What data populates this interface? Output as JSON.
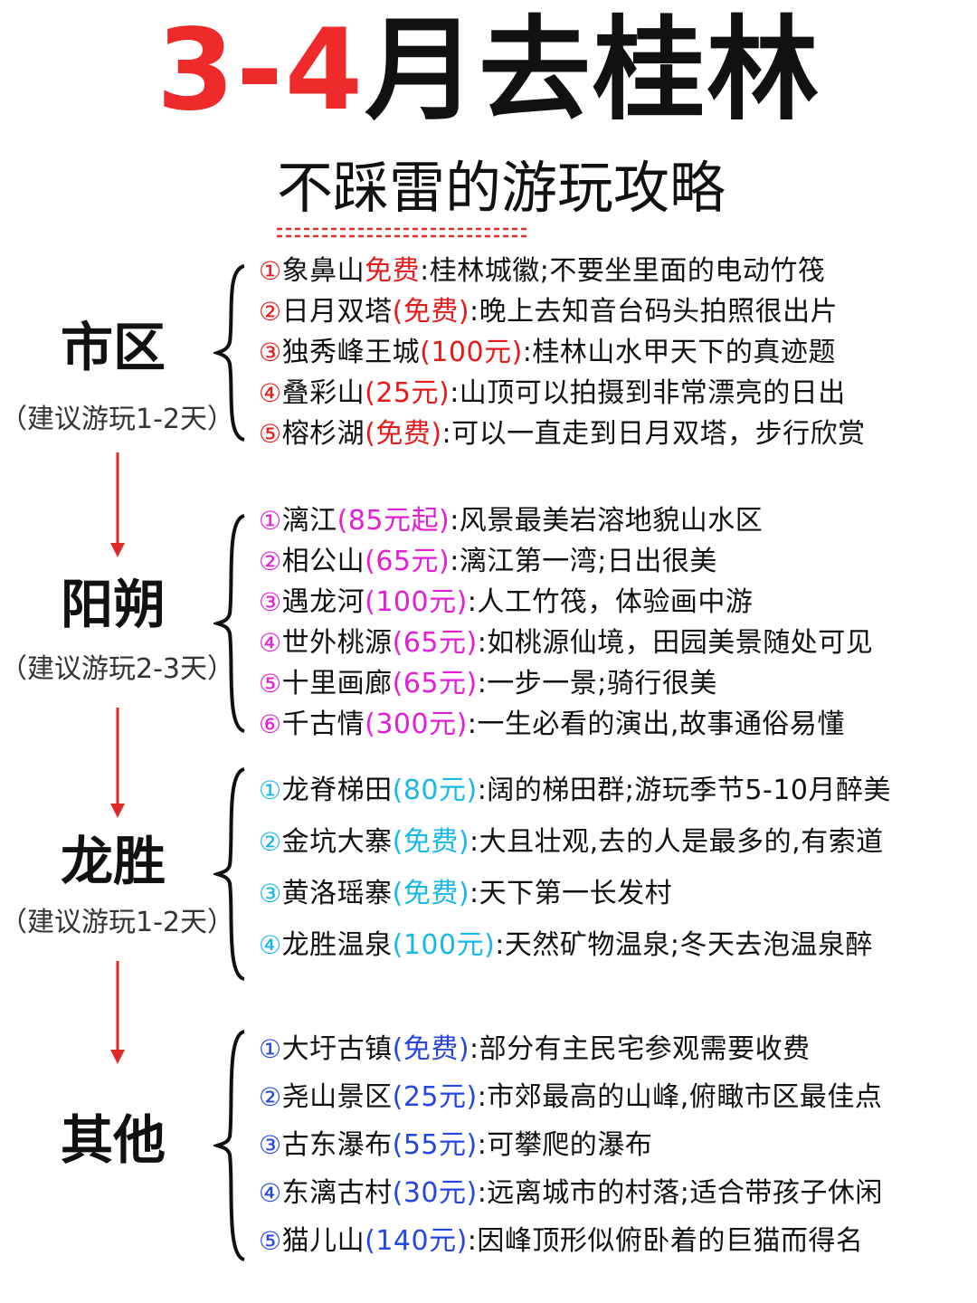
{
  "title": {
    "highlight": "3-4",
    "rest": "月去桂林"
  },
  "subtitle": "不踩雷的游玩攻略",
  "sections": [
    {
      "name": "市区",
      "note": "（建议游玩1-2天）",
      "color": "#e51b1b",
      "items": [
        {
          "num": "①",
          "place": "象鼻山",
          "price": "免费",
          "desc": ":桂林城徽;不要坐里面的电动竹筏"
        },
        {
          "num": "②",
          "place": "日月双塔",
          "price": "(免费)",
          "desc": ":晚上去知音台码头拍照很出片"
        },
        {
          "num": "③",
          "place": "独秀峰王城",
          "price": "(100元)",
          "desc": ":桂林山水甲天下的真迹题"
        },
        {
          "num": "④",
          "place": "叠彩山",
          "price": "(25元)",
          "desc": ":山顶可以拍摄到非常漂亮的日出"
        },
        {
          "num": "⑤",
          "place": "榕杉湖",
          "price": "(免费)",
          "desc": ":可以一直走到日月双塔，步行欣赏"
        }
      ]
    },
    {
      "name": "阳朔",
      "note": "（建议游玩2-3天）",
      "color": "#e21fd6",
      "items": [
        {
          "num": "①",
          "place": "漓江",
          "price": "(85元起)",
          "desc": ":风景最美岩溶地貌山水区"
        },
        {
          "num": "②",
          "place": "相公山",
          "price": "(65元)",
          "desc": ":漓江第一湾;日出很美"
        },
        {
          "num": "③",
          "place": "遇龙河",
          "price": "(100元)",
          "desc": ":人工竹筏，体验画中游"
        },
        {
          "num": "④",
          "place": "世外桃源",
          "price": "(65元)",
          "desc": ":如桃源仙境，田园美景随处可见"
        },
        {
          "num": "⑤",
          "place": "十里画廊",
          "price": "(65元)",
          "desc": ":一步一景;骑行很美"
        },
        {
          "num": "⑥",
          "place": "千古情",
          "price": "(300元)",
          "desc": ":一生必看的演出,故事通俗易懂"
        }
      ]
    },
    {
      "name": "龙胜",
      "note": "（建议游玩1-2天）",
      "color": "#19b8ea",
      "items": [
        {
          "num": "①",
          "place": "龙脊梯田",
          "price": "(80元)",
          "desc": ":阔的梯田群;游玩季节5-10月醉美"
        },
        {
          "num": "②",
          "place": "金坑大寨",
          "price": "(免费)",
          "desc": ":大且壮观,去的人是最多的,有索道"
        },
        {
          "num": "③",
          "place": "黄洛瑶寨",
          "price": "(免费)",
          "desc": ":天下第一长发村"
        },
        {
          "num": "④",
          "place": "龙胜温泉",
          "price": "(100元)",
          "desc": ":天然矿物温泉;冬天去泡温泉醉"
        }
      ]
    },
    {
      "name": "其他",
      "note": "",
      "color": "#2646e0",
      "items": [
        {
          "num": "①",
          "place": "大圩古镇",
          "price": "(免费)",
          "desc": ":部分有主民宅参观需要收费"
        },
        {
          "num": "②",
          "place": "尧山景区",
          "price": "(25元)",
          "desc": ":市郊最高的山峰,俯瞰市区最佳点"
        },
        {
          "num": "③",
          "place": "古东瀑布",
          "price": "(55元)",
          "desc": ":可攀爬的瀑布"
        },
        {
          "num": "④",
          "place": "东漓古村",
          "price": "(30元)",
          "desc": ":远离城市的村落;适合带孩子休闲"
        },
        {
          "num": "⑤",
          "place": "猫儿山",
          "price": "(140元)",
          "desc": ":因峰顶形似俯卧着的巨猫而得名"
        }
      ]
    }
  ],
  "colors": {
    "title_highlight": "#ee2a2a",
    "arrow": "#e02a2a",
    "underline": "#e23030"
  }
}
